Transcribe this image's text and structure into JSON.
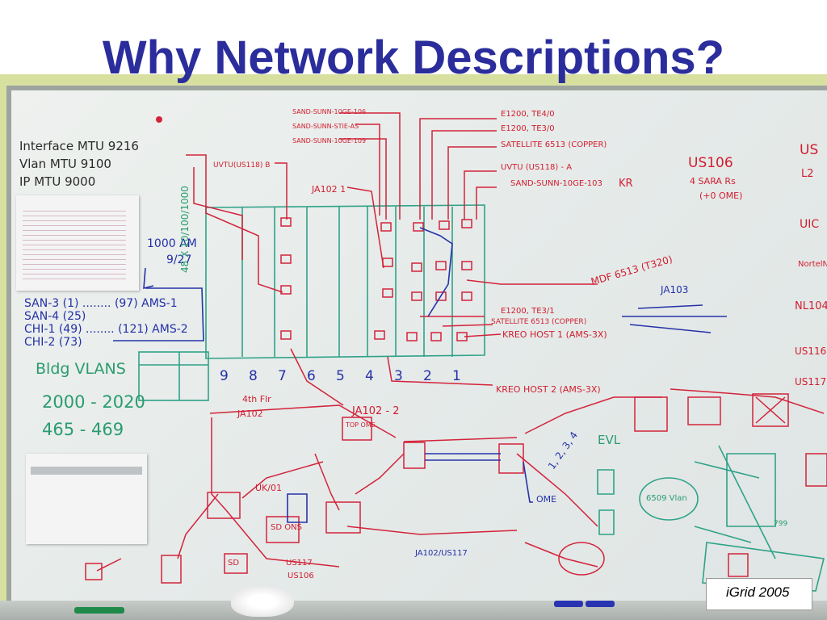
{
  "slide": {
    "title": "Why Network Descriptions?",
    "caption": "iGrid 2005"
  },
  "whiteboard": {
    "mtu_notes": [
      "Interface MTU 9216",
      "Vlan MTU 9100",
      "IP MTU 9000"
    ],
    "vlan_map": [
      "SAN-3 (1) ........ (97) AMS-1",
      "SAN-4 (25)",
      "CHI-1 (49) ........ (121) AMS-2",
      "CHI-2 (73)"
    ],
    "time_note": [
      "1000 AM",
      "9/27"
    ],
    "bldg_vlans": "Bldg VLANS",
    "vlan_ranges": [
      "2000 - 2020",
      "465 - 469"
    ],
    "top_labels": [
      "SAND-SUNN-10GE-106",
      "SAND-SUNN-STIE-AS",
      "SAND-SUNN-10GE-109",
      "E1200, TE4/0",
      "E1200, TE3/0",
      "SATELLITE 6513 (COPPER)",
      "UVTU (US118) - A",
      "SAND-SUNN-10GE-103",
      "KR",
      "UVTU(US118) B",
      "JA102 1"
    ],
    "chassis_label": "48 X 10/100/1000",
    "slot_numbers": [
      "9",
      "8",
      "7",
      "6",
      "5",
      "4",
      "3",
      "2",
      "1"
    ],
    "right_labels": [
      "US106",
      "4 SARA Rs",
      "(+0 OME)",
      "MDF 6513 (T320)",
      "E1200, TE3/1",
      "SATELLITE 6513 (COPPER)",
      "KREO HOST 1 (AMS-3X)",
      "KREO HOST 2 (AMS-3X)",
      "JA103",
      "US",
      "L2",
      "UIC",
      "NortelN",
      "NL104",
      "US116",
      "US117"
    ],
    "bottom_labels": [
      "4th Flr",
      "JA102",
      "JA102 - 2",
      "TOP OME",
      "UK/01",
      "SD ONS",
      "SD",
      "US117",
      "US106",
      "OME",
      "EVL",
      "1, 2, 3, 4",
      "6509 Vlan",
      "JA102/US117",
      "799"
    ]
  }
}
